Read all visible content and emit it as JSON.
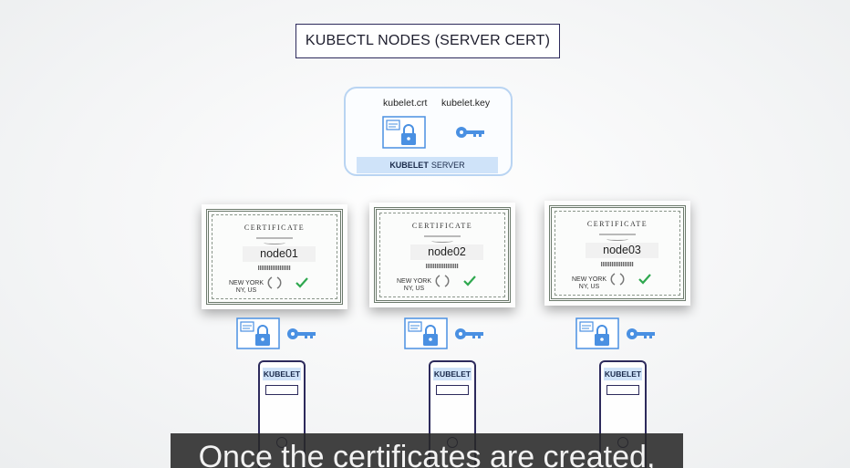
{
  "title": "KUBECTL NODES (SERVER CERT)",
  "server": {
    "crt_label": "kubelet.crt",
    "key_label": "kubelet.key",
    "strip_bold": "KUBELET",
    "strip_rest": "SERVER"
  },
  "certificates": [
    {
      "heading": "CERTIFICATE",
      "name": "node01",
      "city": "NEW YORK",
      "region": "NY, US"
    },
    {
      "heading": "CERTIFICATE",
      "name": "node02",
      "city": "NEW YORK",
      "region": "NY, US"
    },
    {
      "heading": "CERTIFICATE",
      "name": "node03",
      "city": "NEW YORK",
      "region": "NY, US"
    }
  ],
  "kubelets": [
    {
      "label": "KUBELET"
    },
    {
      "label": "KUBELET"
    },
    {
      "label": "KUBELET"
    }
  ],
  "caption": "Once the certificates are created,",
  "colors": {
    "accent_blue": "#4a90e2",
    "light_blue": "#cfe3f9",
    "navy": "#2d2a5c",
    "check_green": "#2fa84f"
  }
}
